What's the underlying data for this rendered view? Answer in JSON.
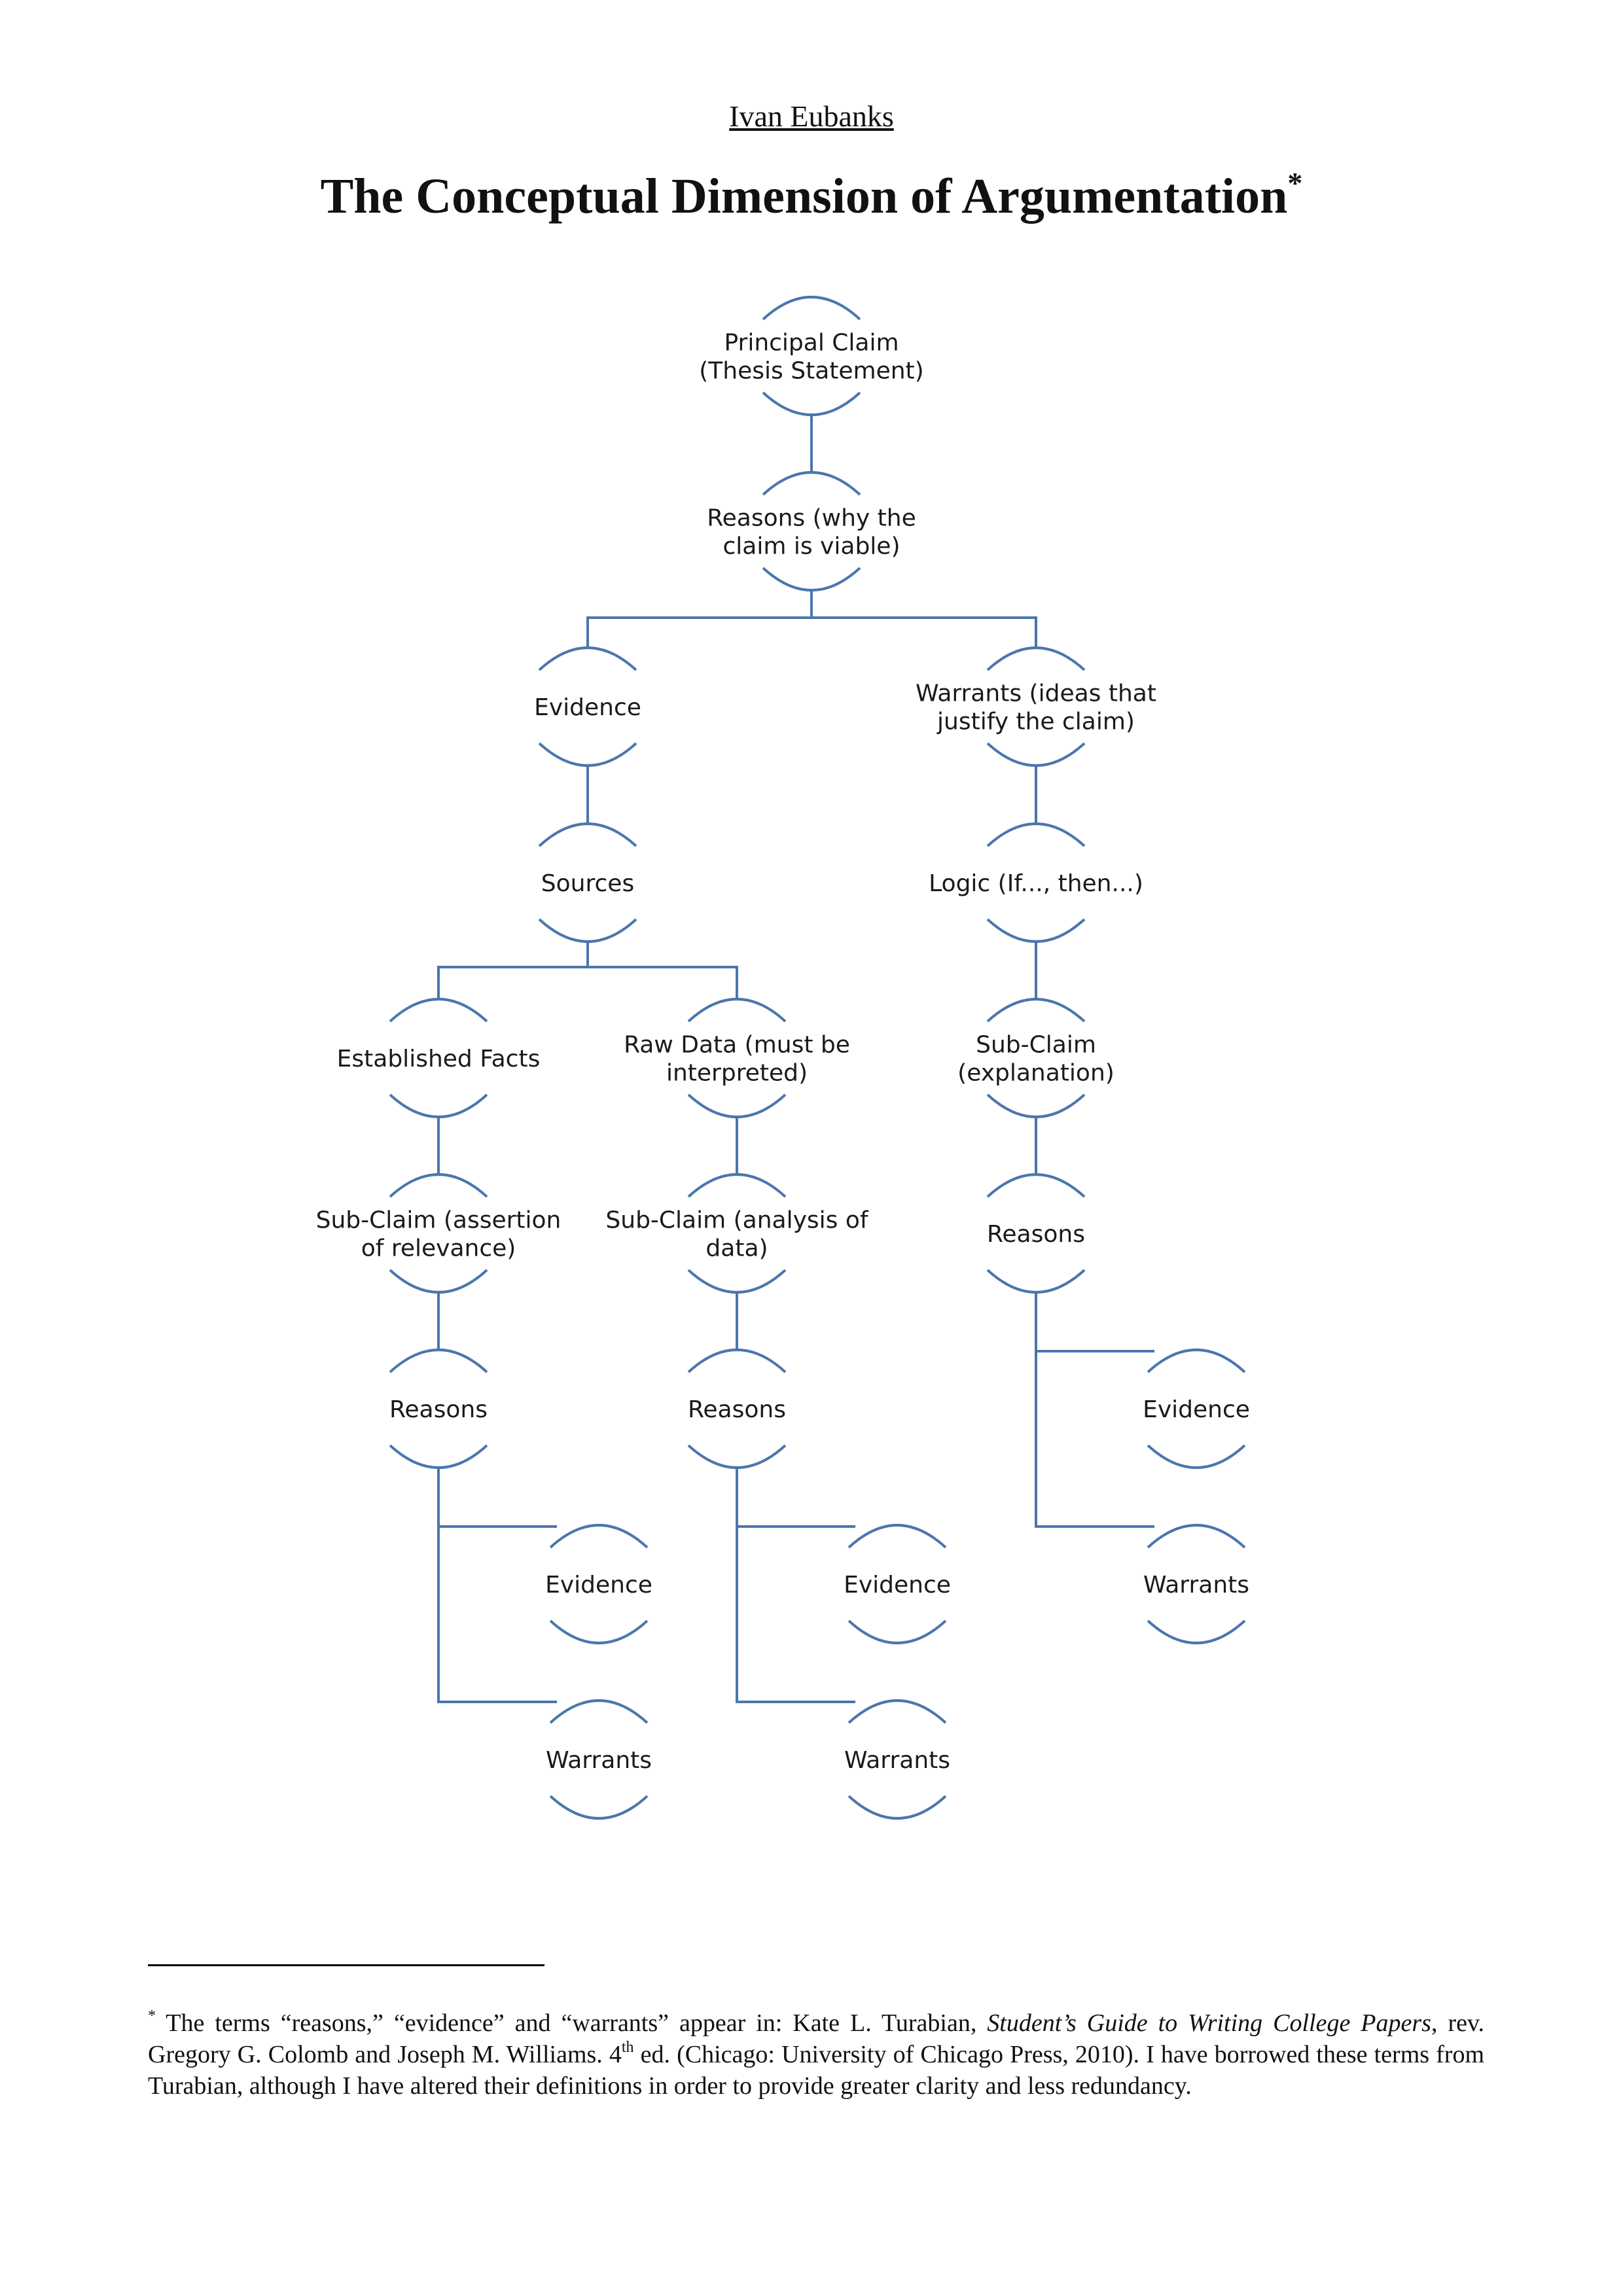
{
  "author": "Ivan Eubanks",
  "title": "The Conceptual Dimension of Argumentation",
  "title_marker": "*",
  "accent_color": "#4a76ad",
  "nodes": [
    {
      "id": "principal",
      "lines": [
        "Principal Claim",
        "(Thesis Statement)"
      ]
    },
    {
      "id": "reasons_top",
      "lines": [
        "Reasons (why the",
        "claim is viable)"
      ]
    },
    {
      "id": "evidence_l1",
      "lines": [
        "Evidence"
      ]
    },
    {
      "id": "warrants_r1",
      "lines": [
        "Warrants (ideas that",
        "justify the claim)"
      ]
    },
    {
      "id": "sources",
      "lines": [
        "Sources"
      ]
    },
    {
      "id": "logic",
      "lines": [
        "Logic (If..., then...)"
      ]
    },
    {
      "id": "facts",
      "lines": [
        "Established Facts"
      ]
    },
    {
      "id": "rawdata",
      "lines": [
        "Raw Data (must be",
        "interpreted)"
      ]
    },
    {
      "id": "subclaim_r",
      "lines": [
        "Sub-Claim",
        "(explanation)"
      ]
    },
    {
      "id": "subclaim_l",
      "lines": [
        "Sub-Claim (assertion",
        "of relevance)"
      ]
    },
    {
      "id": "subclaim_m",
      "lines": [
        "Sub-Claim (analysis of",
        "data)"
      ]
    },
    {
      "id": "reasons_r",
      "lines": [
        "Reasons"
      ]
    },
    {
      "id": "reasons_l",
      "lines": [
        "Reasons"
      ]
    },
    {
      "id": "reasons_m",
      "lines": [
        "Reasons"
      ]
    },
    {
      "id": "evidence_r",
      "lines": [
        "Evidence"
      ]
    },
    {
      "id": "evidence_l2",
      "lines": [
        "Evidence"
      ]
    },
    {
      "id": "evidence_m",
      "lines": [
        "Evidence"
      ]
    },
    {
      "id": "warrants_r2",
      "lines": [
        "Warrants"
      ]
    },
    {
      "id": "warrants_l",
      "lines": [
        "Warrants"
      ]
    },
    {
      "id": "warrants_m",
      "lines": [
        "Warrants"
      ]
    }
  ],
  "edges": [
    [
      "principal",
      "reasons_top"
    ],
    [
      "reasons_top",
      "evidence_l1"
    ],
    [
      "reasons_top",
      "warrants_r1"
    ],
    [
      "evidence_l1",
      "sources"
    ],
    [
      "warrants_r1",
      "logic"
    ],
    [
      "sources",
      "facts"
    ],
    [
      "sources",
      "rawdata"
    ],
    [
      "logic",
      "subclaim_r"
    ],
    [
      "facts",
      "subclaim_l"
    ],
    [
      "rawdata",
      "subclaim_m"
    ],
    [
      "subclaim_r",
      "reasons_r"
    ],
    [
      "subclaim_l",
      "reasons_l"
    ],
    [
      "subclaim_m",
      "reasons_m"
    ],
    [
      "reasons_r",
      "evidence_r"
    ],
    [
      "reasons_r",
      "warrants_r2"
    ],
    [
      "reasons_l",
      "evidence_l2"
    ],
    [
      "reasons_l",
      "warrants_l"
    ],
    [
      "reasons_m",
      "evidence_m"
    ],
    [
      "reasons_m",
      "warrants_m"
    ]
  ],
  "footnote": {
    "marker": "*",
    "text_1": " The terms “reasons,” “evidence” and “warrants” appear in: Kate L. Turabian, ",
    "book_title": "Student’s Guide to Writing College Papers",
    "text_2": ", rev. Gregory G. Colomb and Joseph M. Williams. 4",
    "edition_sup": "th",
    "text_3": " ed. (Chicago: University of Chicago Press, 2010).  I have borrowed these terms from Turabian, although I have altered their definitions in order to provide greater clarity and less redundancy."
  }
}
